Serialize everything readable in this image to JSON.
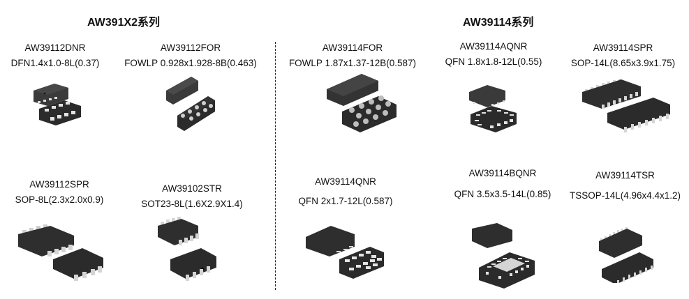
{
  "series": [
    {
      "title": "AW391X2系列",
      "parts": [
        {
          "name": "AW39112DNR",
          "package": "DFN1.4x1.0-8L(0.37)",
          "type": "dfn8"
        },
        {
          "name": "AW39112FOR",
          "package": "FOWLP 0.928x1.928-8B(0.463)",
          "type": "wlp8"
        },
        {
          "name": "AW39112SPR",
          "package": "SOP-8L(2.3x2.0x0.9)",
          "type": "sop8"
        },
        {
          "name": "AW39102STR",
          "package": "SOT23-8L(1.6X2.9X1.4)",
          "type": "sot8"
        }
      ]
    },
    {
      "title": "AW39114系列",
      "parts": [
        {
          "name": "AW39114FOR",
          "package": "FOWLP 1.87x1.37-12B(0.587)",
          "type": "wlp12"
        },
        {
          "name": "AW39114AQNR",
          "package": "QFN 1.8x1.8-12L(0.55)",
          "type": "qfn12"
        },
        {
          "name": "AW39114SPR",
          "package": "SOP-14L(8.65x3.9x1.75)",
          "type": "sop14"
        },
        {
          "name": "AW39114QNR",
          "package": "QFN 2x1.7-12L(0.587)",
          "type": "qfn12b"
        },
        {
          "name": "AW39114BQNR",
          "package": "QFN 3.5x3.5-14L(0.85)",
          "type": "qfn14"
        },
        {
          "name": "AW39114TSR",
          "package": "TSSOP-14L(4.96x4.4x1.2)",
          "type": "tssop14"
        }
      ]
    }
  ],
  "colors": {
    "chip_body": "#2b2b2b",
    "chip_top": "#3a3a3a",
    "pad": "#d8d8d8",
    "divider": "#222222"
  }
}
